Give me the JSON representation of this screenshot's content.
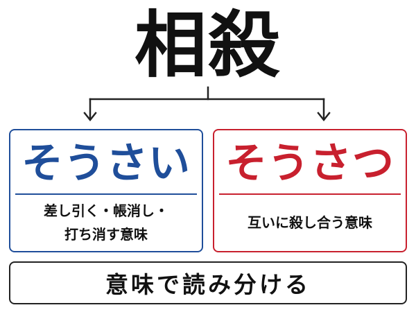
{
  "title": "相殺",
  "left_card": {
    "reading": "そうさい",
    "meaning_lines": [
      "差し引く・帳消し・",
      "打ち消す意味"
    ],
    "accent_color": "#1f4e9a"
  },
  "right_card": {
    "reading": "そうさつ",
    "meaning_lines": [
      "互いに殺し合う意味"
    ],
    "accent_color": "#c8202e"
  },
  "footer": {
    "text": "意味で読み分ける"
  },
  "colors": {
    "text": "#111111",
    "connector": "#222222"
  }
}
